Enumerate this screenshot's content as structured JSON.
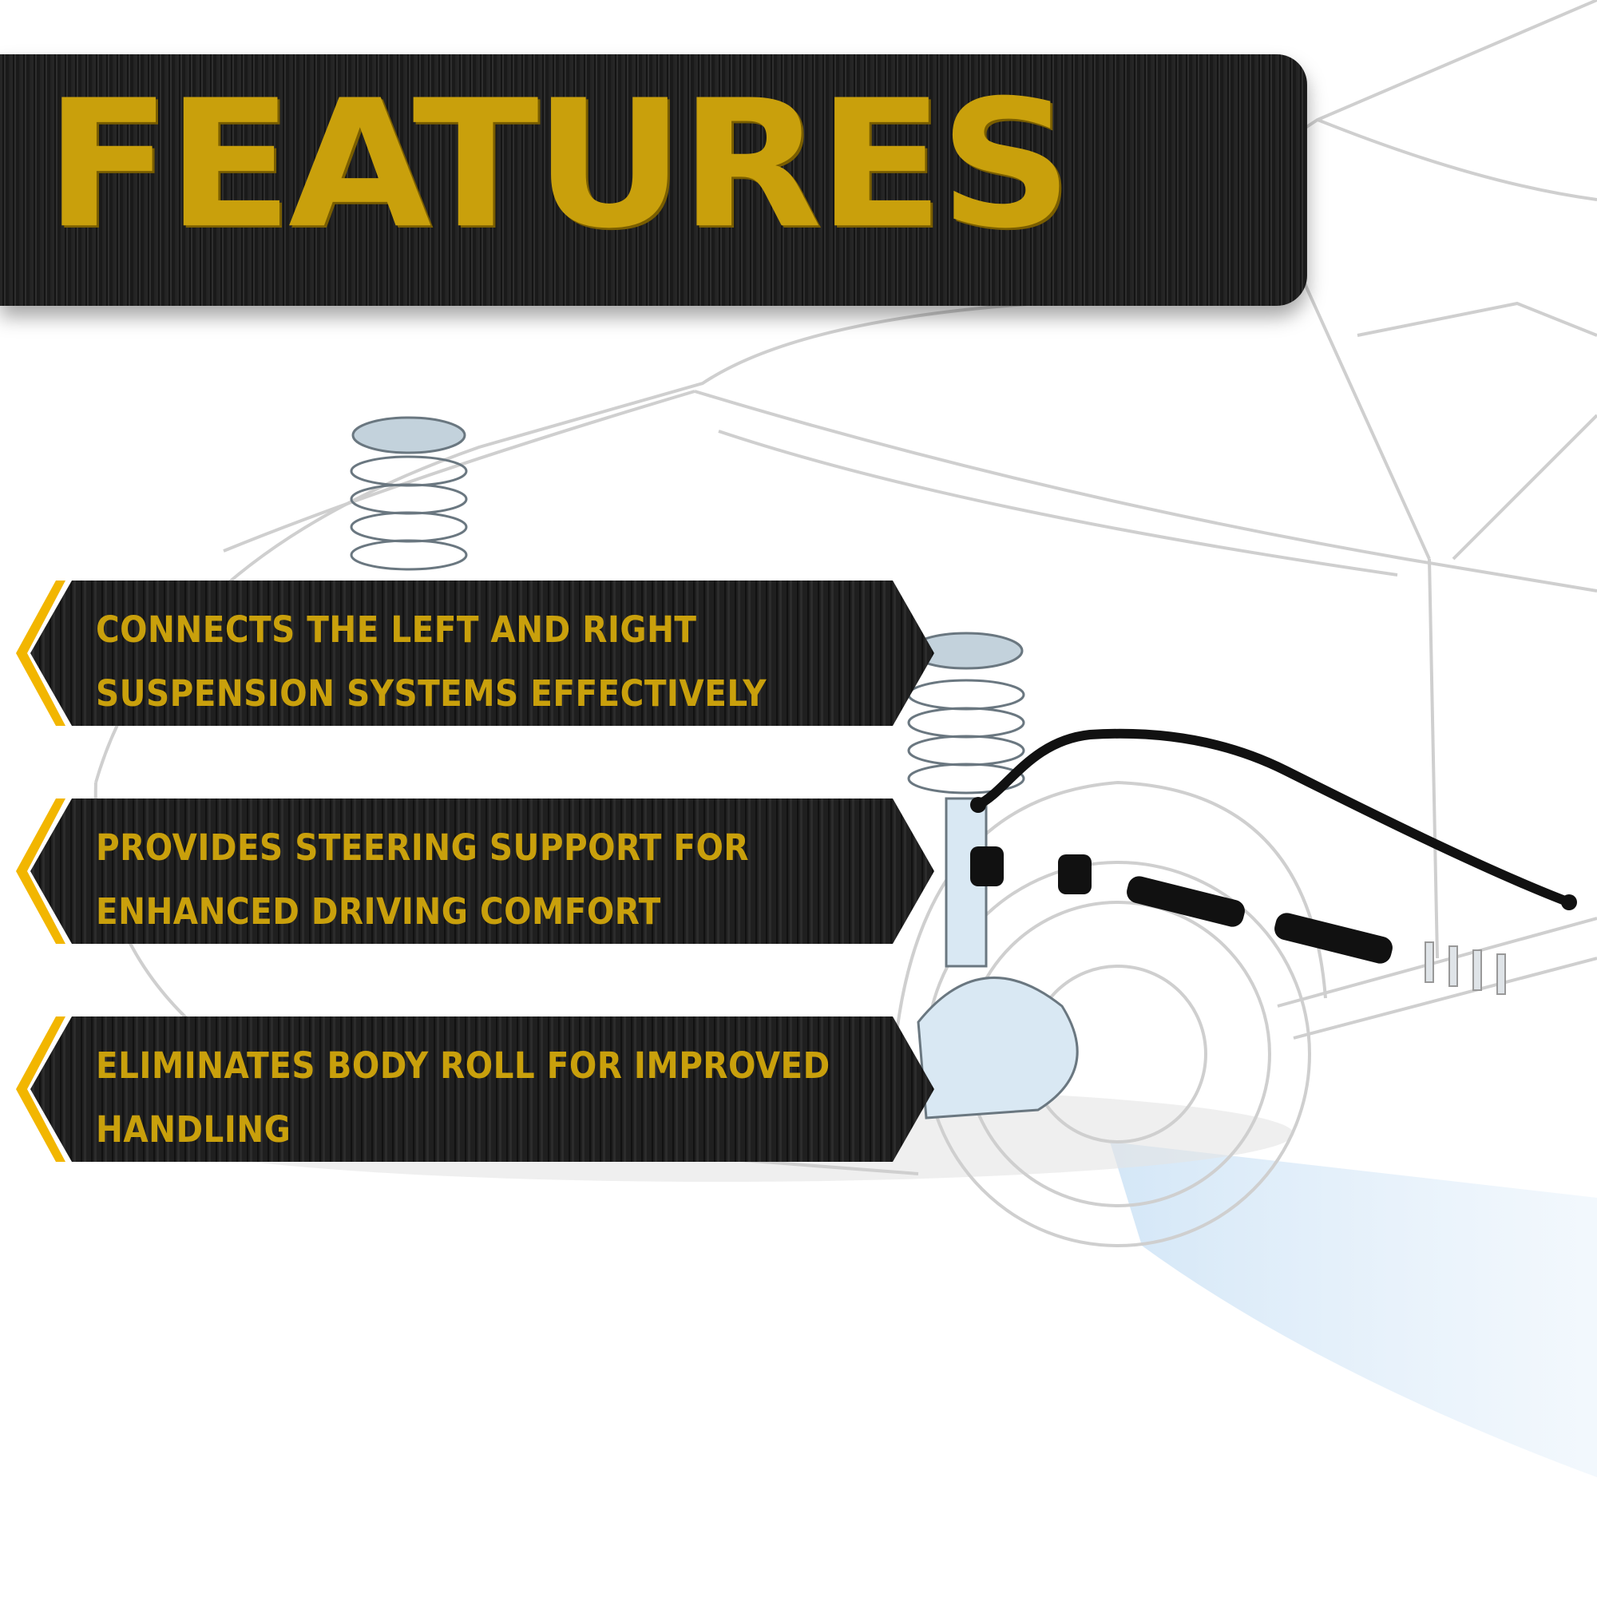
{
  "header": {
    "title": "FEATURES"
  },
  "features": [
    {
      "lines": [
        "CONNECTS THE LEFT AND RIGHT",
        "SUSPENSION SYSTEMS EFFECTIVELY"
      ]
    },
    {
      "lines": [
        "PROVIDES STEERING SUPPORT FOR",
        "ENHANCED DRIVING COMFORT"
      ]
    },
    {
      "lines": [
        "ELIMINATES BODY ROLL FOR IMPROVED",
        "HANDLING"
      ]
    }
  ],
  "colors": {
    "gold_text": "#c9a00c",
    "accent_yellow": "#f2b600",
    "banner_dark": "#1f1f1f",
    "sketch_line": "#c8c8c8",
    "blue_highlight": "#cfe4f6"
  }
}
